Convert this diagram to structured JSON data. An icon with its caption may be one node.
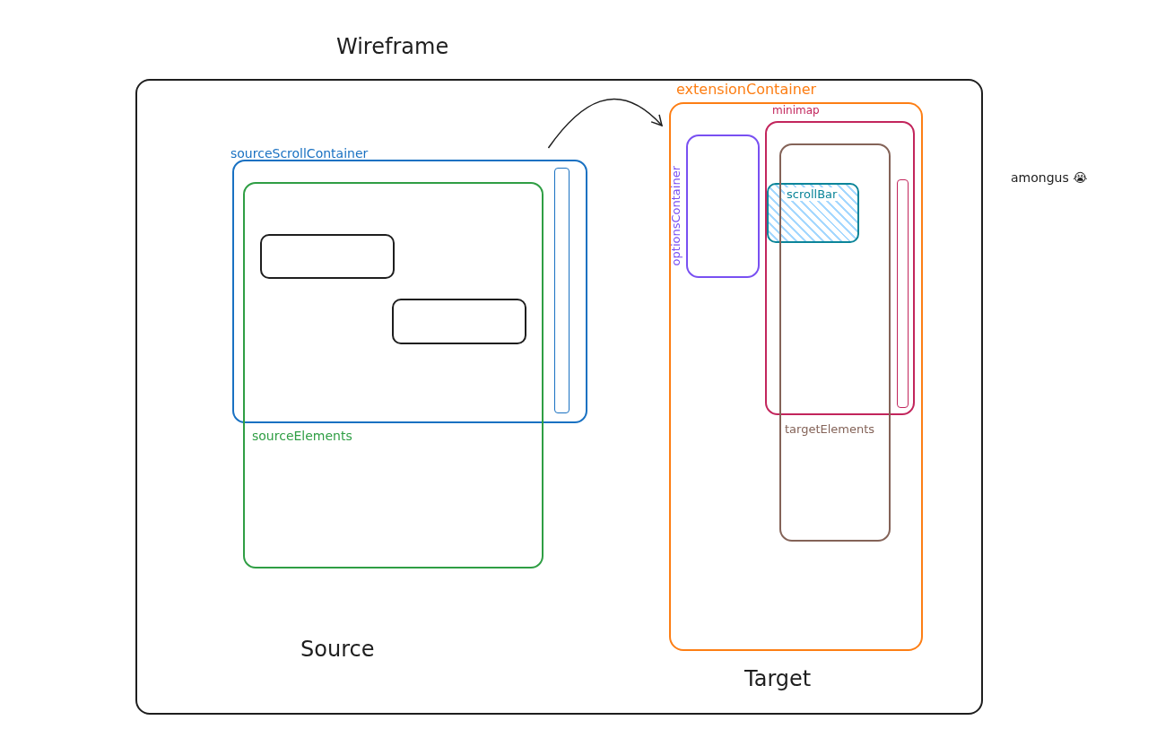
{
  "diagram": {
    "nodes": [
      {
        "text": [
          "Wireframe"
        ]
      },
      {
        "text": [
          "sourceScrollContainer"
        ],
        "in": 0
      },
      {
        "text": [
          "sourceElements"
        ],
        "in": 0
      },
      {
        "text": [],
        "shape": "box"
      },
      {
        "text": [],
        "shape": "box"
      },
      {
        "text": [],
        "shape": "bar",
        "in": 1
      },
      {
        "text": [
          "extensionContainer"
        ],
        "in": 0
      },
      {
        "text": [
          "optionsContainer"
        ],
        "in": 6
      },
      {
        "text": [
          "minimap"
        ],
        "in": 6
      },
      {
        "text": [
          "targetElements"
        ],
        "in": 6
      },
      {
        "text": [
          "scrollBar"
        ],
        "in": 8
      },
      {
        "text": [],
        "shape": "bar",
        "in": 8
      }
    ],
    "edges": [
      {
        "from": 1,
        "to": 6,
        "arrow": "to"
      }
    ],
    "labels": [
      "Source",
      "Target",
      "amongus 😭"
    ]
  }
}
